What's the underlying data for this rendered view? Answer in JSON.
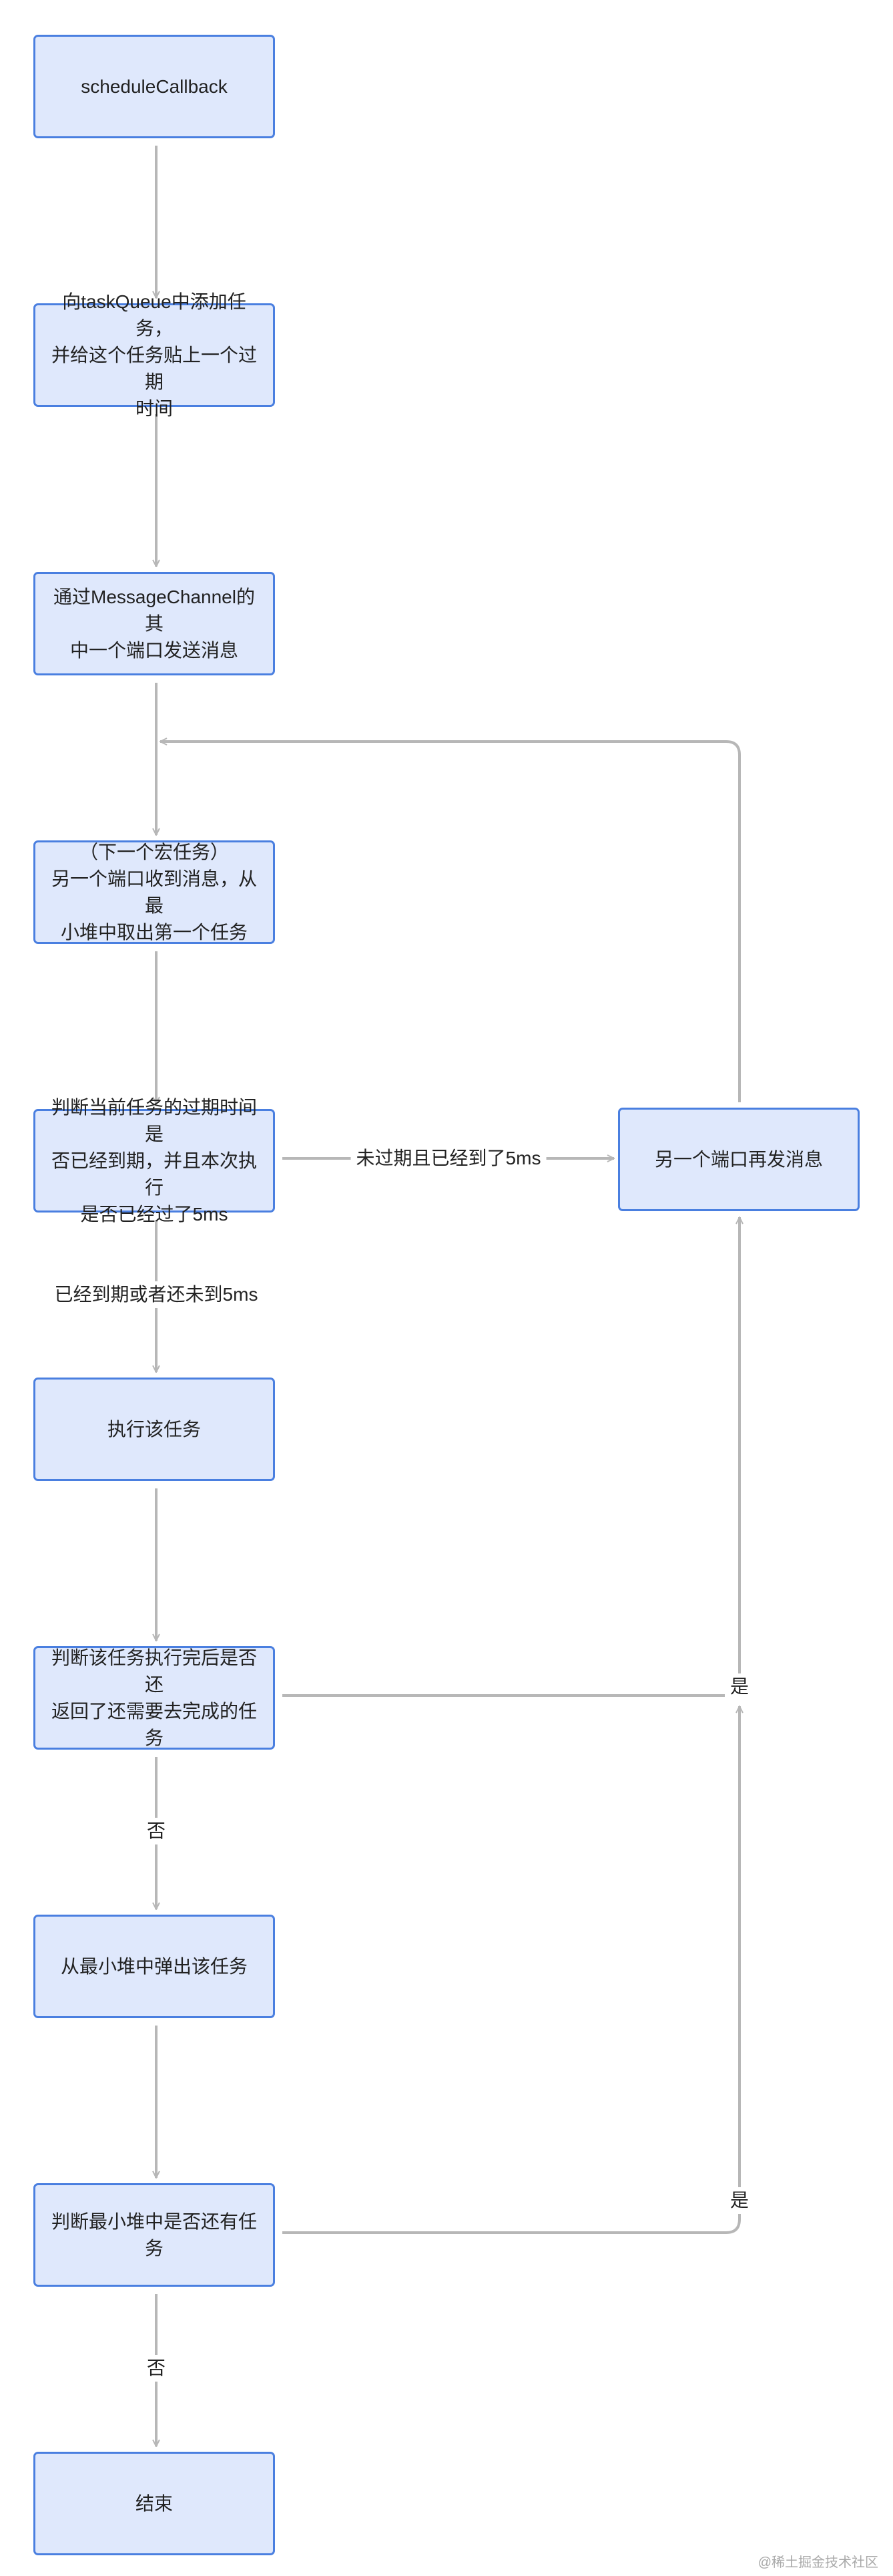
{
  "nodes": {
    "schedule": "scheduleCallback",
    "push_queue": "向taskQueue中添加任务，\n并给这个任务贴上一个过期\n时间",
    "post_message": "通过MessageChannel的其\n中一个端口发送消息",
    "macro_task": "（下一个宏任务）\n另一个端口收到消息，从最\n小堆中取出第一个任务",
    "check_expired": "判断当前任务的过期时间是\n否已经到期，并且本次执行\n是否已经过了5ms",
    "repost": "另一个端口再发消息",
    "execute": "执行该任务",
    "check_continuation": "判断该任务执行完后是否还\n返回了还需要去完成的任务",
    "pop_heap": "从最小堆中弹出该任务",
    "check_heap": "判断最小堆中是否还有任务",
    "end": "结束"
  },
  "edges": {
    "not_expired": "未过期且已经到了5ms",
    "expired_or_under": "已经到期或者还未到5ms",
    "yes_continuation": "是",
    "no_continuation": "否",
    "yes_heap": "是",
    "no_heap": "否"
  },
  "colors": {
    "node_fill": "#dfe8fc",
    "node_border": "#4a7fe0",
    "edge": "#b7b7b7"
  },
  "watermark": "@稀土掘金技术社区"
}
